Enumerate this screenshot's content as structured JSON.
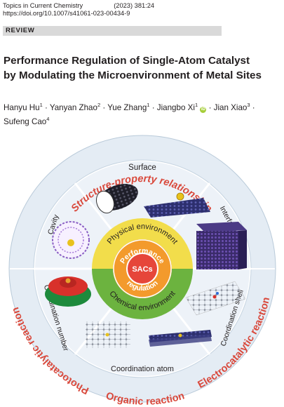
{
  "header": {
    "journal": "Topics in Current Chemistry",
    "citation": "(2023) 381:24",
    "doi": "https://doi.org/10.1007/s41061-023-00434-9"
  },
  "section_label": "REVIEW",
  "title_line1": "Performance Regulation of Single-Atom Catalyst",
  "title_line2": "by Modulating the Microenvironment of Metal Sites",
  "authors": [
    {
      "name": "Hanyu Hu",
      "aff": "1"
    },
    {
      "name": "Yanyan Zhao",
      "aff": "2"
    },
    {
      "name": "Yue Zhang",
      "aff": "1"
    },
    {
      "name": "Jiangbo Xi",
      "aff": "1"
    },
    {
      "name": "Jian Xiao",
      "aff": "3"
    },
    {
      "name": "Sufeng Cao",
      "aff": "4"
    }
  ],
  "author_sep": " · ",
  "orcid_label": "iD",
  "figure": {
    "outer_top": "Structure-property relationship",
    "outer_left": "Photocatalytic reaction",
    "outer_right": "Electrocatalytic reaction",
    "outer_bottom": "Organic reaction",
    "seg_top": "Surface",
    "seg_interface": "Interface",
    "seg_cavity": "Cavity",
    "seg_coord_number": "Coordination number",
    "seg_coord_shell": "Coordination shell",
    "seg_coord_atom": "Coordination atom",
    "inner_top": "Physical environment",
    "inner_bottom": "Chemical environment",
    "ring_top": "Performance",
    "ring_bottom": "regulation",
    "center": "SACs",
    "colors": {
      "outer_ring": "#d9e4ee",
      "sector": "#dce7f0",
      "red_text": "#d9493c",
      "green": "#6cb33f",
      "yellow": "#f2dd4b",
      "orange": "#f39a2c",
      "red_core": "#e6463a"
    }
  }
}
